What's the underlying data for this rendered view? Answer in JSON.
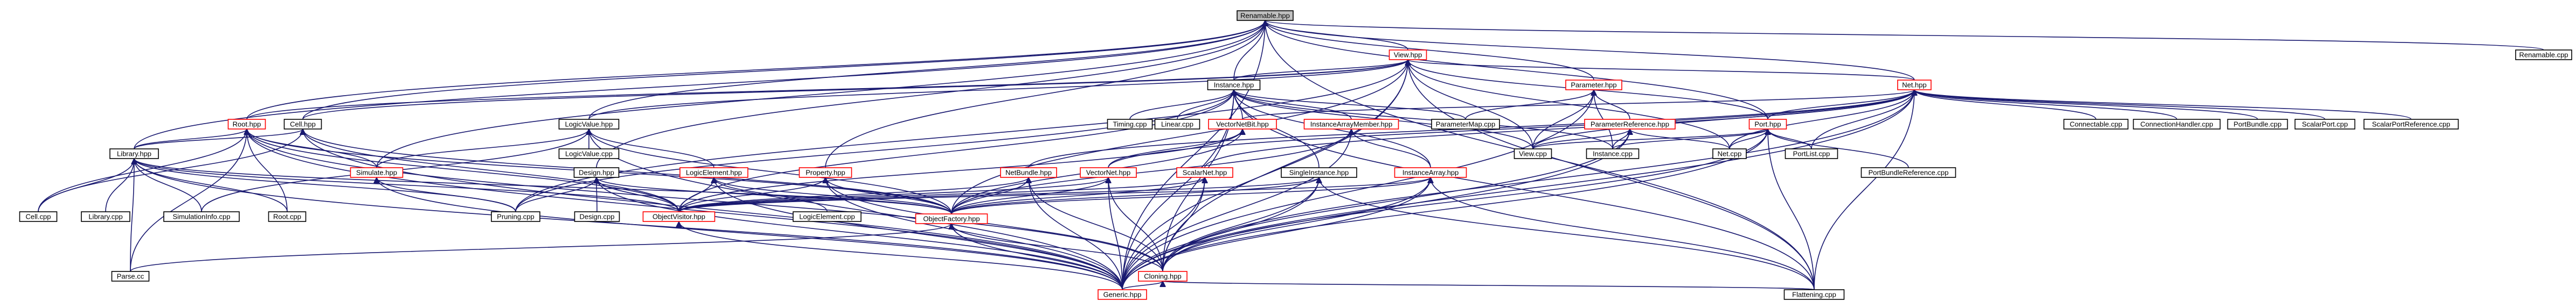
{
  "graph": {
    "root": "Renamable.hpp",
    "colors": {
      "edge": "#191970",
      "root_fill": "#bfbfbf",
      "border": "#000000",
      "red_border": "#ff0000"
    },
    "nodes": [
      {
        "id": "renamable_hpp",
        "label": "Renamable.hpp",
        "style": "root"
      },
      {
        "id": "view_hpp",
        "label": "View.hpp",
        "style": "red"
      },
      {
        "id": "renamable_cpp",
        "label": "Renamable.cpp",
        "style": "normal"
      },
      {
        "id": "instance_hpp",
        "label": "Instance.hpp",
        "style": "normal"
      },
      {
        "id": "parameter_hpp",
        "label": "Parameter.hpp",
        "style": "red"
      },
      {
        "id": "net_hpp",
        "label": "Net.hpp",
        "style": "red"
      },
      {
        "id": "root_hpp",
        "label": "Root.hpp",
        "style": "red"
      },
      {
        "id": "cell_hpp",
        "label": "Cell.hpp",
        "style": "normal"
      },
      {
        "id": "logicvalue_hpp",
        "label": "LogicValue.hpp",
        "style": "normal"
      },
      {
        "id": "timing_cpp",
        "label": "Timing.cpp",
        "style": "normal"
      },
      {
        "id": "linear_cpp",
        "label": "Linear.cpp",
        "style": "normal"
      },
      {
        "id": "vectornetbit_hpp",
        "label": "VectorNetBit.hpp",
        "style": "red"
      },
      {
        "id": "instancearraymember_hpp",
        "label": "InstanceArrayMember.hpp",
        "style": "red"
      },
      {
        "id": "parametermap_cpp",
        "label": "ParameterMap.cpp",
        "style": "normal"
      },
      {
        "id": "parameterreference_hpp",
        "label": "ParameterReference.hpp",
        "style": "red"
      },
      {
        "id": "port_hpp",
        "label": "Port.hpp",
        "style": "red"
      },
      {
        "id": "connectable_cpp",
        "label": "Connectable.cpp",
        "style": "normal"
      },
      {
        "id": "connectionhandler_cpp",
        "label": "ConnectionHandler.cpp",
        "style": "normal"
      },
      {
        "id": "portbundle_cpp",
        "label": "PortBundle.cpp",
        "style": "normal"
      },
      {
        "id": "scalarport_cpp",
        "label": "ScalarPort.cpp",
        "style": "normal"
      },
      {
        "id": "scalarportreference_cpp",
        "label": "ScalarPortReference.cpp",
        "style": "normal"
      },
      {
        "id": "library_hpp",
        "label": "Library.hpp",
        "style": "normal"
      },
      {
        "id": "logicvalue_cpp",
        "label": "LogicValue.cpp",
        "style": "normal"
      },
      {
        "id": "simulate_hpp",
        "label": "Simulate.hpp",
        "style": "red"
      },
      {
        "id": "design_hpp",
        "label": "Design.hpp",
        "style": "normal"
      },
      {
        "id": "logicelement_hpp",
        "label": "LogicElement.hpp",
        "style": "red"
      },
      {
        "id": "property_hpp",
        "label": "Property.hpp",
        "style": "red"
      },
      {
        "id": "netbundle_hpp",
        "label": "NetBundle.hpp",
        "style": "red"
      },
      {
        "id": "vectornet_hpp",
        "label": "VectorNet.hpp",
        "style": "red"
      },
      {
        "id": "scalarnet_hpp",
        "label": "ScalarNet.hpp",
        "style": "red"
      },
      {
        "id": "singleinstance_hpp",
        "label": "SingleInstance.hpp",
        "style": "normal"
      },
      {
        "id": "instancearray_hpp",
        "label": "InstanceArray.hpp",
        "style": "red"
      },
      {
        "id": "view_cpp",
        "label": "View.cpp",
        "style": "normal"
      },
      {
        "id": "instance_cpp",
        "label": "Instance.cpp",
        "style": "normal"
      },
      {
        "id": "net_cpp",
        "label": "Net.cpp",
        "style": "normal"
      },
      {
        "id": "portlist_cpp",
        "label": "PortList.cpp",
        "style": "normal"
      },
      {
        "id": "portbundlereference_cpp",
        "label": "PortBundleReference.cpp",
        "style": "normal"
      },
      {
        "id": "cell_cpp",
        "label": "Cell.cpp",
        "style": "normal"
      },
      {
        "id": "library_cpp",
        "label": "Library.cpp",
        "style": "normal"
      },
      {
        "id": "simulationinfo_cpp",
        "label": "SimulationInfo.cpp",
        "style": "normal"
      },
      {
        "id": "root_cpp",
        "label": "Root.cpp",
        "style": "normal"
      },
      {
        "id": "pruning_cpp",
        "label": "Pruning.cpp",
        "style": "normal"
      },
      {
        "id": "design_cpp",
        "label": "Design.cpp",
        "style": "normal"
      },
      {
        "id": "objectvisitor_hpp",
        "label": "ObjectVisitor.hpp",
        "style": "red"
      },
      {
        "id": "logicelement_cpp",
        "label": "LogicElement.cpp",
        "style": "normal"
      },
      {
        "id": "objectfactory_hpp",
        "label": "ObjectFactory.hpp",
        "style": "red"
      },
      {
        "id": "parse_cc",
        "label": "Parse.cc",
        "style": "normal"
      },
      {
        "id": "cloning_hpp",
        "label": "Cloning.hpp",
        "style": "red"
      },
      {
        "id": "generic_hpp",
        "label": "Generic.hpp",
        "style": "red"
      },
      {
        "id": "flattening_cpp",
        "label": "Flattening.cpp",
        "style": "normal"
      }
    ],
    "edges": [
      [
        "renamable_hpp",
        "view_hpp"
      ],
      [
        "renamable_hpp",
        "renamable_cpp"
      ],
      [
        "renamable_hpp",
        "instance_hpp"
      ],
      [
        "renamable_hpp",
        "parameter_hpp"
      ],
      [
        "renamable_hpp",
        "net_hpp"
      ],
      [
        "renamable_hpp",
        "root_hpp"
      ],
      [
        "renamable_hpp",
        "cell_hpp"
      ],
      [
        "renamable_hpp",
        "logicvalue_hpp"
      ],
      [
        "renamable_hpp",
        "library_hpp"
      ],
      [
        "renamable_hpp",
        "simulate_hpp"
      ],
      [
        "renamable_hpp",
        "design_hpp"
      ],
      [
        "renamable_hpp",
        "property_hpp"
      ],
      [
        "renamable_hpp",
        "port_hpp"
      ],
      [
        "renamable_hpp",
        "generic_hpp"
      ],
      [
        "renamable_hpp",
        "flattening_cpp"
      ],
      [
        "view_hpp",
        "instance_hpp"
      ],
      [
        "view_hpp",
        "root_hpp"
      ],
      [
        "view_hpp",
        "cell_hpp"
      ],
      [
        "view_hpp",
        "logicvalue_hpp"
      ],
      [
        "view_hpp",
        "net_hpp"
      ],
      [
        "view_hpp",
        "port_hpp"
      ],
      [
        "view_hpp",
        "view_cpp"
      ],
      [
        "view_hpp",
        "net_cpp"
      ],
      [
        "view_hpp",
        "cloning_hpp"
      ],
      [
        "view_hpp",
        "generic_hpp"
      ],
      [
        "view_hpp",
        "flattening_cpp"
      ],
      [
        "view_hpp",
        "pruning_cpp"
      ],
      [
        "view_hpp",
        "objectfactory_hpp"
      ],
      [
        "instance_hpp",
        "timing_cpp"
      ],
      [
        "instance_hpp",
        "linear_cpp"
      ],
      [
        "instance_hpp",
        "vectornetbit_hpp"
      ],
      [
        "instance_hpp",
        "instancearraymember_hpp"
      ],
      [
        "instance_hpp",
        "parametermap_cpp"
      ],
      [
        "instance_hpp",
        "singleinstance_hpp"
      ],
      [
        "instance_hpp",
        "instancearray_hpp"
      ],
      [
        "instance_hpp",
        "view_cpp"
      ],
      [
        "instance_hpp",
        "instance_cpp"
      ],
      [
        "instance_hpp",
        "pruning_cpp"
      ],
      [
        "instance_hpp",
        "objectvisitor_hpp"
      ],
      [
        "instance_hpp",
        "cloning_hpp"
      ],
      [
        "instance_hpp",
        "generic_hpp"
      ],
      [
        "instance_hpp",
        "flattening_cpp"
      ],
      [
        "parameter_hpp",
        "parametermap_cpp"
      ],
      [
        "parameter_hpp",
        "parameterreference_hpp"
      ],
      [
        "parameter_hpp",
        "instance_cpp"
      ],
      [
        "parameter_hpp",
        "view_cpp"
      ],
      [
        "parameter_hpp",
        "generic_hpp"
      ],
      [
        "parameterreference_hpp",
        "view_cpp"
      ],
      [
        "parameterreference_hpp",
        "instance_cpp"
      ],
      [
        "parameterreference_hpp",
        "net_cpp"
      ],
      [
        "parameterreference_hpp",
        "cloning_hpp"
      ],
      [
        "parameterreference_hpp",
        "generic_hpp"
      ],
      [
        "net_hpp",
        "connectable_cpp"
      ],
      [
        "net_hpp",
        "connectionhandler_cpp"
      ],
      [
        "net_hpp",
        "portbundle_cpp"
      ],
      [
        "net_hpp",
        "scalarport_cpp"
      ],
      [
        "net_hpp",
        "scalarportreference_cpp"
      ],
      [
        "net_hpp",
        "port_hpp"
      ],
      [
        "net_hpp",
        "vectornetbit_hpp"
      ],
      [
        "net_hpp",
        "netbundle_hpp"
      ],
      [
        "net_hpp",
        "vectornet_hpp"
      ],
      [
        "net_hpp",
        "scalarnet_hpp"
      ],
      [
        "net_hpp",
        "view_cpp"
      ],
      [
        "net_hpp",
        "net_cpp"
      ],
      [
        "net_hpp",
        "portlist_cpp"
      ],
      [
        "net_hpp",
        "cloning_hpp"
      ],
      [
        "net_hpp",
        "generic_hpp"
      ],
      [
        "net_hpp",
        "flattening_cpp"
      ],
      [
        "port_hpp",
        "view_cpp"
      ],
      [
        "port_hpp",
        "instance_cpp"
      ],
      [
        "port_hpp",
        "net_cpp"
      ],
      [
        "port_hpp",
        "portlist_cpp"
      ],
      [
        "port_hpp",
        "portbundlereference_cpp"
      ],
      [
        "port_hpp",
        "cloning_hpp"
      ],
      [
        "port_hpp",
        "generic_hpp"
      ],
      [
        "port_hpp",
        "flattening_cpp"
      ],
      [
        "root_hpp",
        "library_hpp"
      ],
      [
        "root_hpp",
        "simulate_hpp"
      ],
      [
        "root_hpp",
        "cell_cpp"
      ],
      [
        "root_hpp",
        "root_cpp"
      ],
      [
        "root_hpp",
        "objectvisitor_hpp"
      ],
      [
        "root_hpp",
        "objectfactory_hpp"
      ],
      [
        "root_hpp",
        "cloning_hpp"
      ],
      [
        "root_hpp",
        "generic_hpp"
      ],
      [
        "root_hpp",
        "parse_cc"
      ],
      [
        "cell_hpp",
        "library_hpp"
      ],
      [
        "cell_hpp",
        "cell_cpp"
      ],
      [
        "cell_hpp",
        "objectvisitor_hpp"
      ],
      [
        "cell_hpp",
        "objectfactory_hpp"
      ],
      [
        "cell_hpp",
        "generic_hpp"
      ],
      [
        "logicvalue_hpp",
        "logicvalue_cpp"
      ],
      [
        "logicvalue_hpp",
        "simulate_hpp"
      ],
      [
        "logicvalue_hpp",
        "logicelement_hpp"
      ],
      [
        "logicvalue_hpp",
        "simulationinfo_cpp"
      ],
      [
        "logicvalue_hpp",
        "objectfactory_hpp"
      ],
      [
        "logicvalue_hpp",
        "generic_hpp"
      ],
      [
        "library_hpp",
        "cell_cpp"
      ],
      [
        "library_hpp",
        "library_cpp"
      ],
      [
        "library_hpp",
        "simulationinfo_cpp"
      ],
      [
        "library_hpp",
        "root_cpp"
      ],
      [
        "library_hpp",
        "pruning_cpp"
      ],
      [
        "library_hpp",
        "objectvisitor_hpp"
      ],
      [
        "library_hpp",
        "objectfactory_hpp"
      ],
      [
        "library_hpp",
        "parse_cc"
      ],
      [
        "library_hpp",
        "generic_hpp"
      ],
      [
        "simulate_hpp",
        "pruning_cpp"
      ],
      [
        "simulate_hpp",
        "generic_hpp"
      ],
      [
        "design_hpp",
        "pruning_cpp"
      ],
      [
        "design_hpp",
        "design_cpp"
      ],
      [
        "design_hpp",
        "objectvisitor_hpp"
      ],
      [
        "design_hpp",
        "objectfactory_hpp"
      ],
      [
        "design_hpp",
        "generic_hpp"
      ],
      [
        "logicelement_hpp",
        "objectvisitor_hpp"
      ],
      [
        "logicelement_hpp",
        "logicelement_cpp"
      ],
      [
        "logicelement_hpp",
        "objectfactory_hpp"
      ],
      [
        "logicelement_hpp",
        "generic_hpp"
      ],
      [
        "property_hpp",
        "objectvisitor_hpp"
      ],
      [
        "property_hpp",
        "objectfactory_hpp"
      ],
      [
        "property_hpp",
        "cloning_hpp"
      ],
      [
        "property_hpp",
        "generic_hpp"
      ],
      [
        "vectornetbit_hpp",
        "vectornet_hpp"
      ],
      [
        "vectornetbit_hpp",
        "objectvisitor_hpp"
      ],
      [
        "vectornetbit_hpp",
        "objectfactory_hpp"
      ],
      [
        "instancearraymember_hpp",
        "instancearray_hpp"
      ],
      [
        "instancearraymember_hpp",
        "objectfactory_hpp"
      ],
      [
        "instancearraymember_hpp",
        "generic_hpp"
      ],
      [
        "netbundle_hpp",
        "objectvisitor_hpp"
      ],
      [
        "netbundle_hpp",
        "objectfactory_hpp"
      ],
      [
        "netbundle_hpp",
        "cloning_hpp"
      ],
      [
        "netbundle_hpp",
        "generic_hpp"
      ],
      [
        "vectornet_hpp",
        "objectvisitor_hpp"
      ],
      [
        "vectornet_hpp",
        "objectfactory_hpp"
      ],
      [
        "vectornet_hpp",
        "cloning_hpp"
      ],
      [
        "vectornet_hpp",
        "generic_hpp"
      ],
      [
        "scalarnet_hpp",
        "objectvisitor_hpp"
      ],
      [
        "scalarnet_hpp",
        "objectfactory_hpp"
      ],
      [
        "scalarnet_hpp",
        "cloning_hpp"
      ],
      [
        "scalarnet_hpp",
        "generic_hpp"
      ],
      [
        "singleinstance_hpp",
        "objectvisitor_hpp"
      ],
      [
        "singleinstance_hpp",
        "objectfactory_hpp"
      ],
      [
        "singleinstance_hpp",
        "cloning_hpp"
      ],
      [
        "singleinstance_hpp",
        "generic_hpp"
      ],
      [
        "singleinstance_hpp",
        "flattening_cpp"
      ],
      [
        "instancearray_hpp",
        "objectvisitor_hpp"
      ],
      [
        "instancearray_hpp",
        "objectfactory_hpp"
      ],
      [
        "instancearray_hpp",
        "cloning_hpp"
      ],
      [
        "instancearray_hpp",
        "generic_hpp"
      ],
      [
        "instancearray_hpp",
        "flattening_cpp"
      ],
      [
        "objectvisitor_hpp",
        "generic_hpp"
      ],
      [
        "objectfactory_hpp",
        "parse_cc"
      ],
      [
        "objectfactory_hpp",
        "cloning_hpp"
      ],
      [
        "objectfactory_hpp",
        "generic_hpp"
      ],
      [
        "cloning_hpp",
        "generic_hpp"
      ],
      [
        "cloning_hpp",
        "flattening_cpp"
      ]
    ]
  }
}
